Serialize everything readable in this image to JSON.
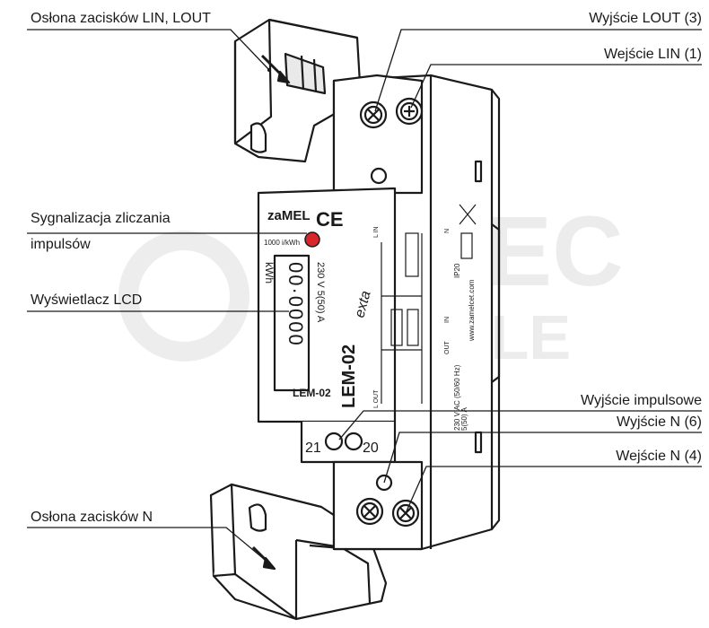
{
  "labels": {
    "cover_lin_lout": "Osłona zacisków LIN, LOUT",
    "output_lout": "Wyjście LOUT (3)",
    "input_lin": "Wejście LIN (1)",
    "signal_counting_line1": "Sygnalizacja zliczania",
    "signal_counting_line2": "impulsów",
    "lcd_display": "Wyświetlacz LCD",
    "pulse_output": "Wyjście impulsowe",
    "output_n": "Wyjście N (6)",
    "input_n": "Wejście N (4)",
    "cover_n": "Osłona zacisków N"
  },
  "device": {
    "brand": "zaMEL",
    "model": "LEM-02",
    "model_label": "LEM-02",
    "rate": "1000 i/kWh",
    "unit": "kWh",
    "rating": "230 V 5(50) A",
    "digits": "00·0000",
    "exta": "exta",
    "ce_mark": "CE",
    "terminal_21": "21",
    "terminal_20": "20",
    "supply": "230 V AC (50/60 Hz)",
    "current": "5(50) A",
    "website": "www.zamelcet.com",
    "ip_rating": "IP20",
    "l_in": "L IN",
    "l_out": "L OUT",
    "n": "N",
    "in": "IN",
    "out": "OUT"
  },
  "watermark": {
    "line1": "SPEC",
    "line2": "KABLE"
  },
  "colors": {
    "led": "#d8262b",
    "line": "#1a1a1a",
    "watermark": "#ececec"
  }
}
